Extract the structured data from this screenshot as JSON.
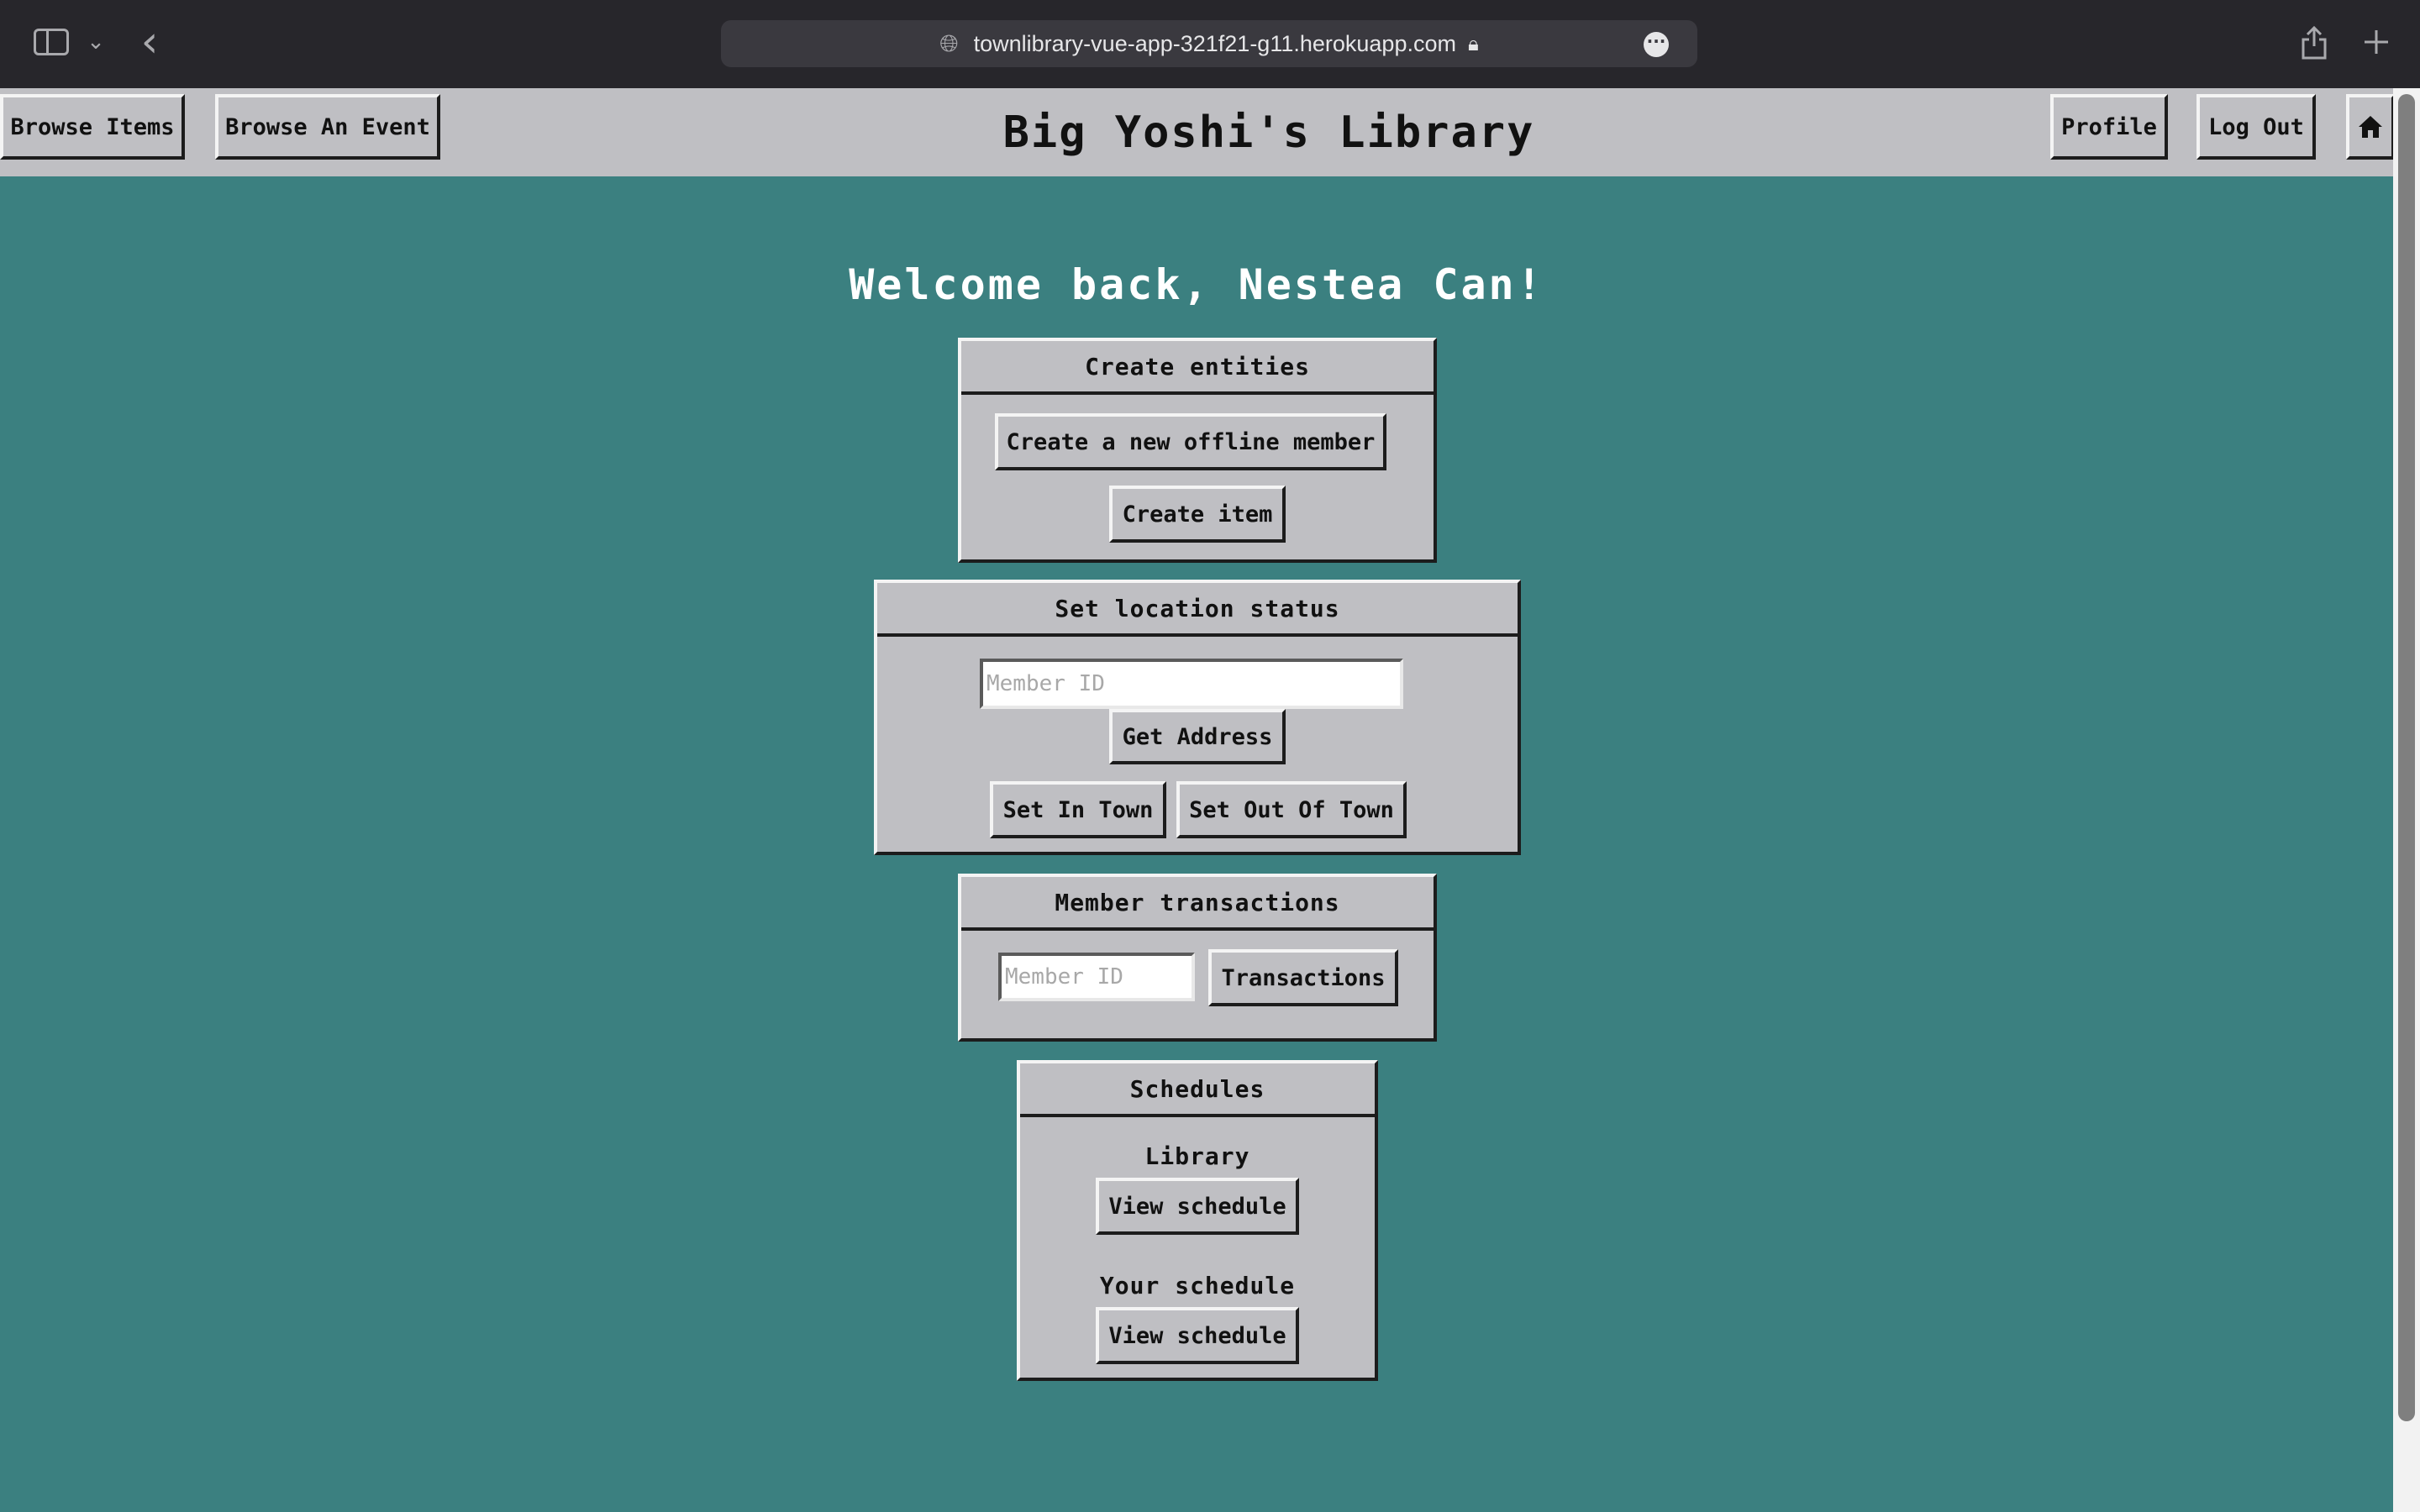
{
  "browser": {
    "url": "townlibrary-vue-app-321f21-g11.herokuapp.com"
  },
  "nav": {
    "browse_items": "Browse Items",
    "browse_event": "Browse An Event",
    "title": "Big Yoshi's Library",
    "profile": "Profile",
    "logout": "Log Out"
  },
  "welcome": "Welcome back, Nestea Can!",
  "create_entities": {
    "title": "Create entities",
    "new_member_button": "Create a new offline member",
    "create_item_button": "Create item"
  },
  "location_status": {
    "title": "Set location status",
    "member_id_placeholder": "Member ID",
    "get_address_button": "Get Address",
    "in_town_button": "Set In Town",
    "out_of_town_button": "Set Out Of Town"
  },
  "transactions": {
    "title": "Member transactions",
    "member_id_placeholder": "Member ID",
    "transactions_button": "Transactions"
  },
  "schedules": {
    "title": "Schedules",
    "library_label": "Library",
    "library_button": "View schedule",
    "your_label": "Your schedule",
    "your_button": "View schedule"
  },
  "icons": {
    "home": "home-icon",
    "sidebar": "sidebar-icon",
    "back": "back-arrow-icon",
    "share": "share-icon",
    "new_tab": "plus-icon",
    "lock": "lock-icon",
    "globe": "globe-icon"
  },
  "colors": {
    "background": "#3b8080",
    "panel": "#bfbfc3",
    "chrome": "#27262b"
  }
}
